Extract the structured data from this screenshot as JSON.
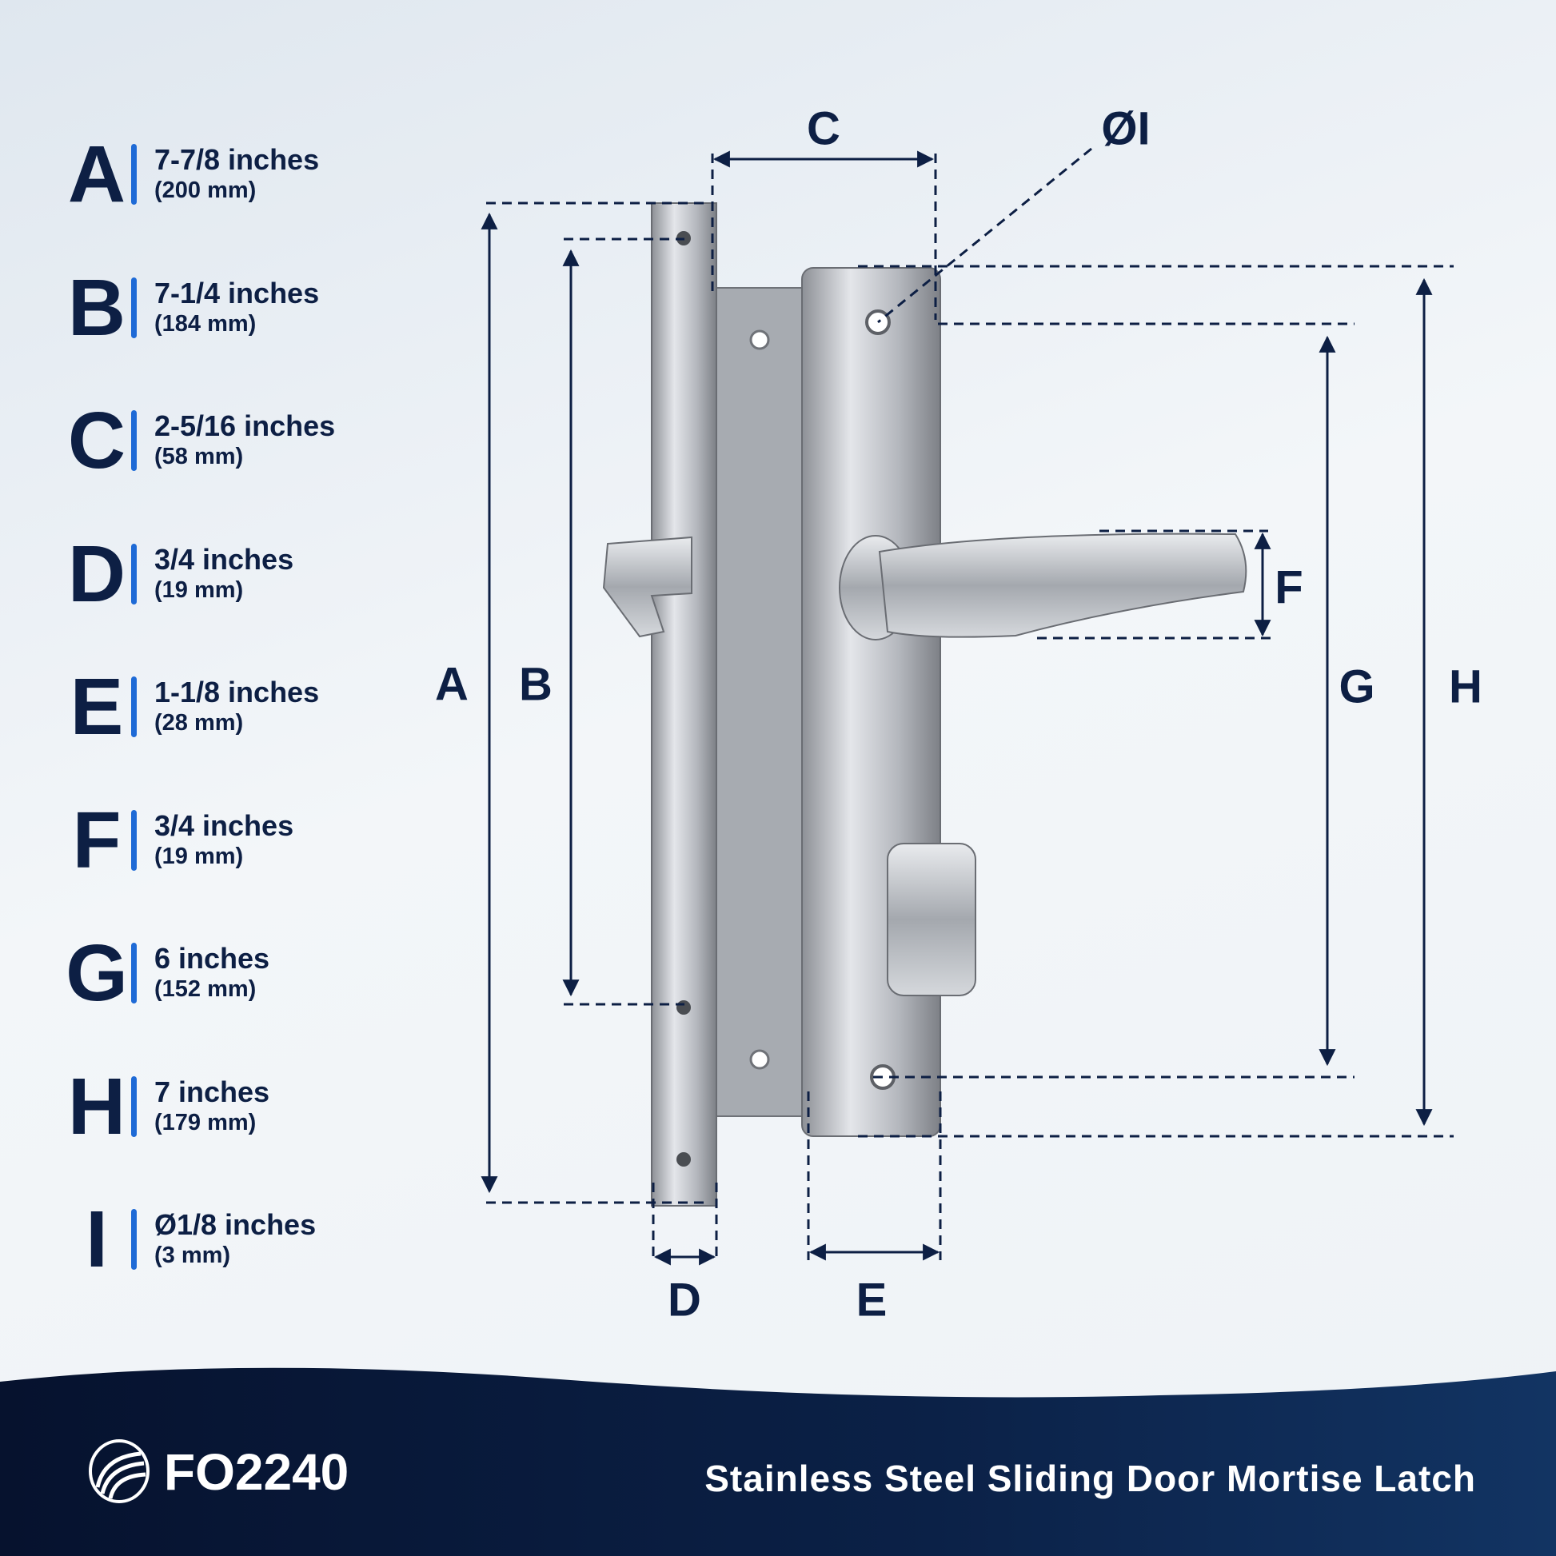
{
  "legend": [
    {
      "letter": "A",
      "inches": "7-7/8 inches",
      "mm": "(200 mm)"
    },
    {
      "letter": "B",
      "inches": "7-1/4 inches",
      "mm": "(184 mm)"
    },
    {
      "letter": "C",
      "inches": "2-5/16 inches",
      "mm": "(58 mm)"
    },
    {
      "letter": "D",
      "inches": "3/4 inches",
      "mm": "(19 mm)"
    },
    {
      "letter": "E",
      "inches": "1-1/8 inches",
      "mm": "(28 mm)"
    },
    {
      "letter": "F",
      "inches": "3/4 inches",
      "mm": "(19 mm)"
    },
    {
      "letter": "G",
      "inches": "6 inches",
      "mm": "(152 mm)"
    },
    {
      "letter": "H",
      "inches": "7 inches",
      "mm": "(179 mm)"
    },
    {
      "letter": "I",
      "inches": "Ø1/8 inches",
      "mm": "(3 mm)"
    }
  ],
  "dimension_labels": {
    "A": "A",
    "B": "B",
    "C": "C",
    "D": "D",
    "E": "E",
    "F": "F",
    "G": "G",
    "H": "H",
    "I": "ØI"
  },
  "footer": {
    "code": "FO2240",
    "title": "Stainless Steel Sliding Door Mortise Latch"
  },
  "colors": {
    "navy": "#0d1f44",
    "accent": "#1e6ad6",
    "footer_bg": "#0a1838"
  }
}
